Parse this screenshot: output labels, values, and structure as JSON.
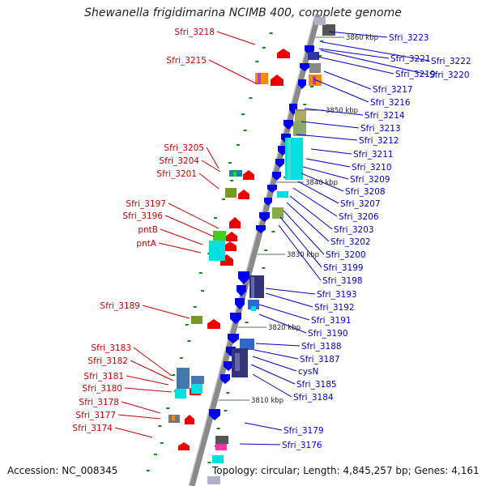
{
  "title": "Shewanella frigidimarina NCIMB 400, complete genome",
  "footer": {
    "accession": "Accession: NC_008345",
    "topology": "Topology: circular; Length: 4,845,257 bp; Genes: 4,161"
  },
  "colors": {
    "left_label": "#cc0000",
    "right_label": "#0000cc",
    "backbone": "#8a8a8a",
    "forward_gene": "#ee0000",
    "reverse_gene": "#0000ee",
    "tick": "#118811"
  },
  "kbp_marks": [
    "3860 kbp",
    "3850 kbp",
    "3840 kbp",
    "3830 kbp",
    "3820 kbp",
    "3810 kbp"
  ],
  "left_labels": [
    "Sfri_3218",
    "Sfri_3215",
    "Sfri_3205",
    "Sfri_3204",
    "Sfri_3201",
    "Sfri_3197",
    "Sfri_3196",
    "pntB",
    "pntA",
    "Sfri_3189",
    "Sfri_3183",
    "Sfri_3182",
    "Sfri_3181",
    "Sfri_3180",
    "Sfri_3178",
    "Sfri_3177",
    "Sfri_3174"
  ],
  "right_labels": [
    "Sfri_3223",
    "Sfri_3221",
    "Sfri_3222",
    "Sfri_3219",
    "Sfri_3220",
    "Sfri_3217",
    "Sfri_3216",
    "Sfri_3214",
    "Sfri_3213",
    "Sfri_3212",
    "Sfri_3211",
    "Sfri_3210",
    "Sfri_3209",
    "Sfri_3208",
    "Sfri_3207",
    "Sfri_3206",
    "Sfri_3203",
    "Sfri_3202",
    "Sfri_3200",
    "Sfri_3199",
    "Sfri_3198",
    "Sfri_3193",
    "Sfri_3192",
    "Sfri_3191",
    "Sfri_3190",
    "Sfri_3188",
    "Sfri_3187",
    "cysN",
    "Sfri_3185",
    "Sfri_3184",
    "Sfri_3179",
    "Sfri_3176"
  ]
}
